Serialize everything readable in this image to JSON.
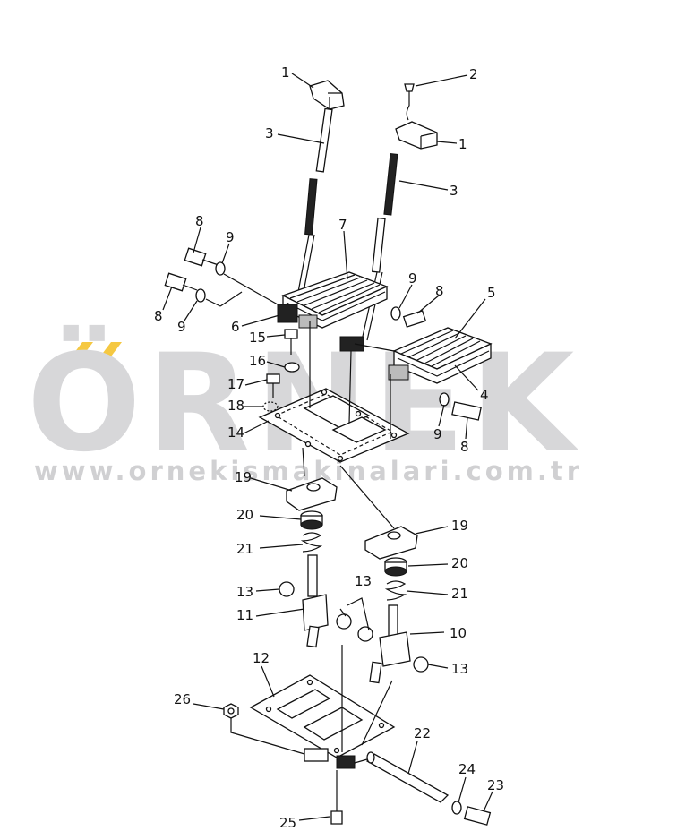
{
  "watermark": {
    "brand": "ÖRNEK",
    "url": "www.ornekismakinalari.com.tr",
    "accent_color": "#f5c842"
  },
  "callouts": [
    "1",
    "2",
    "1",
    "3",
    "3",
    "8",
    "9",
    "7",
    "8",
    "9",
    "9",
    "8",
    "5",
    "6",
    "15",
    "16",
    "17",
    "18",
    "14",
    "4",
    "9",
    "8",
    "19",
    "20",
    "21",
    "19",
    "20",
    "13",
    "13",
    "21",
    "11",
    "10",
    "13",
    "12",
    "26",
    "22",
    "24",
    "23",
    "25"
  ]
}
